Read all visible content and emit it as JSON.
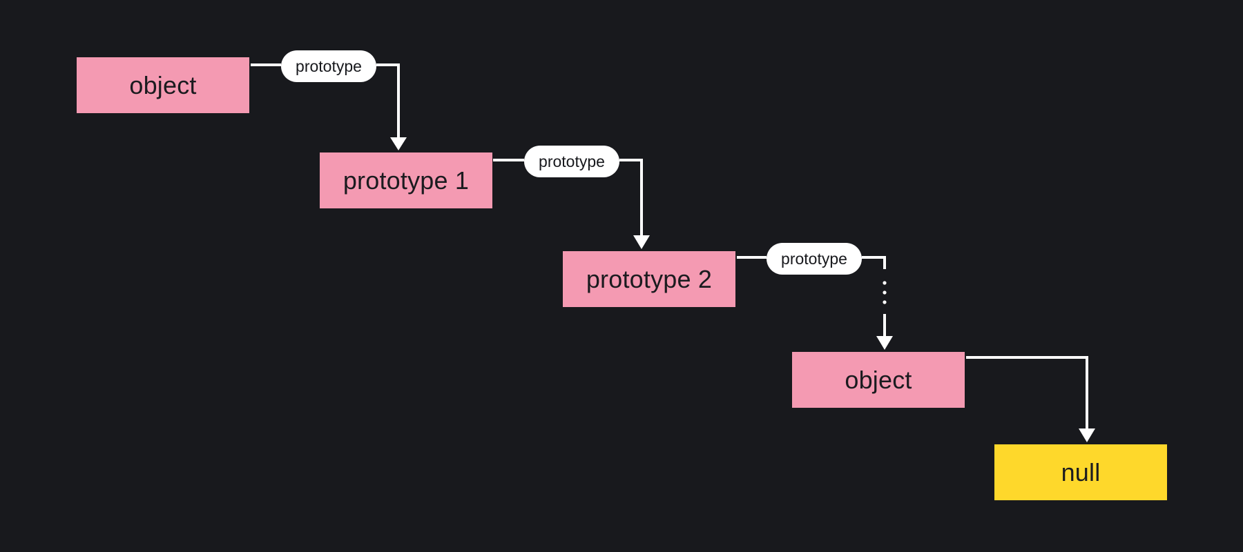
{
  "diagram": {
    "colors": {
      "background": "#18191d",
      "node_pink": "#f49ab2",
      "node_yellow": "#fed82b",
      "text_dark": "#1b1b1f",
      "connector": "#ffffff",
      "label_bg": "#ffffff"
    },
    "nodes": [
      {
        "id": "object-1",
        "label": "object",
        "kind": "object"
      },
      {
        "id": "prototype-1",
        "label": "prototype 1",
        "kind": "prototype"
      },
      {
        "id": "prototype-2",
        "label": "prototype 2",
        "kind": "prototype"
      },
      {
        "id": "object-2",
        "label": "object",
        "kind": "object"
      },
      {
        "id": "null",
        "label": "null",
        "kind": "terminal"
      }
    ],
    "edges": [
      {
        "from": "object-1",
        "to": "prototype-1",
        "label": "prototype",
        "style": "solid"
      },
      {
        "from": "prototype-1",
        "to": "prototype-2",
        "label": "prototype",
        "style": "solid"
      },
      {
        "from": "prototype-2",
        "to": "object-2",
        "label": "prototype",
        "style": "dotted"
      },
      {
        "from": "object-2",
        "to": "null",
        "label": "",
        "style": "solid"
      }
    ]
  }
}
